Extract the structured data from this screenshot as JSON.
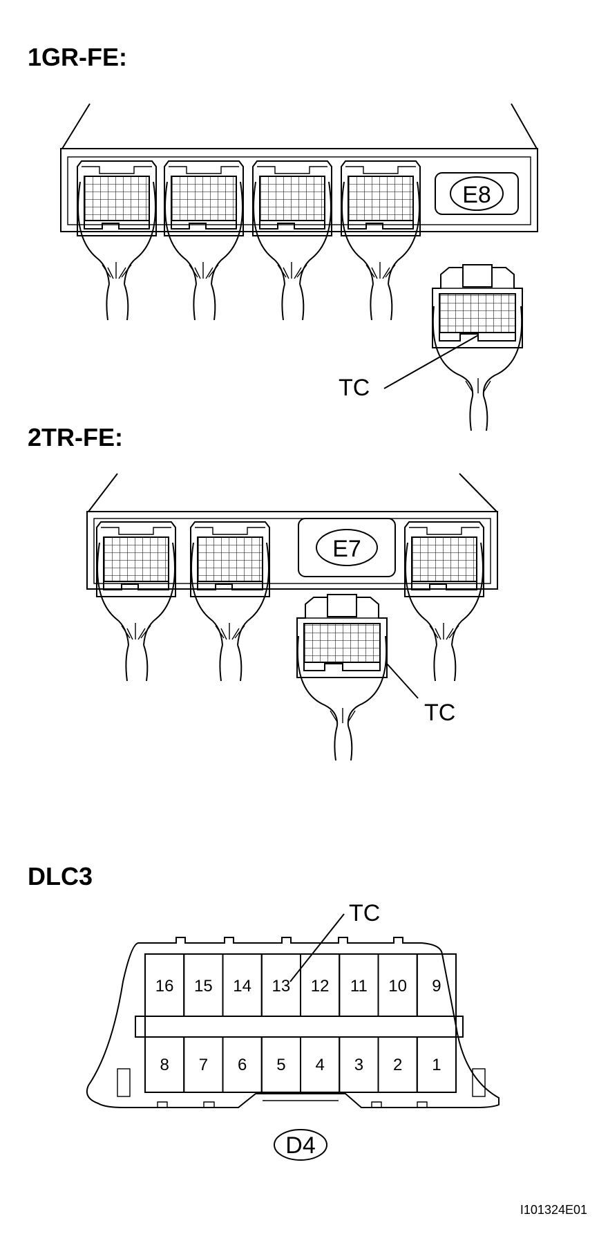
{
  "sections": {
    "s1": {
      "title": "1GR-FE:",
      "connector_label": "E8",
      "terminal_label": "TC"
    },
    "s2": {
      "title": "2TR-FE:",
      "connector_label": "E7",
      "terminal_label": "TC"
    },
    "s3": {
      "title": "DLC3",
      "terminal_label": "TC",
      "connector_label": "D4",
      "top_pins": [
        "16",
        "15",
        "14",
        "13",
        "12",
        "11",
        "10",
        "9"
      ],
      "bottom_pins": [
        "8",
        "7",
        "6",
        "5",
        "4",
        "3",
        "2",
        "1"
      ]
    }
  },
  "figure_code": "I101324E01"
}
